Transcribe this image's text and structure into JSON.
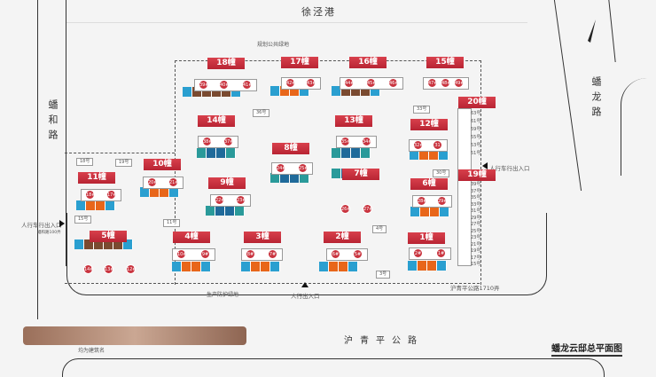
{
  "roads": {
    "north": "徐泾港",
    "west": "蟠和路",
    "east": "蟠龙路",
    "south": "沪青平公路"
  },
  "labels": {
    "public_green": "规划公共绿地",
    "protect_green": "生产防护绿地",
    "ped_entrance": "人行出入口",
    "east_entrance": "人行车行出入口",
    "west_entrance": "人行车行出入口",
    "west_lane": "蟠和路100弄",
    "south_lane": "沪青平公路1710弄",
    "legend_note": "均为建筑名",
    "map_title": "蟠龙云邸总平面图"
  },
  "small_tags": [
    "18号",
    "19号",
    "36号",
    "33号",
    "30号",
    "11号",
    "15号",
    "4号",
    "3号"
  ],
  "column_numbers_top": [
    "63号",
    "61号",
    "59号",
    "55号",
    "53号",
    "51号"
  ],
  "column_numbers_bottom": [
    "39号",
    "37号",
    "35号",
    "33号",
    "31号",
    "29号",
    "27号",
    "25号",
    "23号",
    "21号",
    "19号",
    "17号",
    "15号"
  ],
  "buildings": [
    {
      "label": "18幢",
      "units": [
        "39#",
        "40#",
        "41#"
      ]
    },
    {
      "label": "17幢",
      "units": [
        "42#",
        "43#"
      ]
    },
    {
      "label": "16幢",
      "units": [
        "44#",
        "45#",
        "46#"
      ]
    },
    {
      "label": "15幢",
      "units": [
        "47#",
        "48#",
        "49#"
      ]
    },
    {
      "label": "14幢",
      "units": [
        "38#",
        "37#"
      ]
    },
    {
      "label": "13幢",
      "units": [
        "35#",
        "34#"
      ]
    },
    {
      "label": "12幢",
      "units": [
        "32#",
        "31"
      ]
    },
    {
      "label": "20幢",
      "units": []
    },
    {
      "label": "8幢",
      "units": [
        "24#",
        "25#"
      ]
    },
    {
      "label": "7幢",
      "units": [
        "26#",
        "27#"
      ]
    },
    {
      "label": "6幢",
      "units": [
        "28#",
        "29#"
      ]
    },
    {
      "label": "19幢",
      "units": []
    },
    {
      "label": "10幢",
      "units": [
        "20#",
        "21#"
      ]
    },
    {
      "label": "11幢",
      "units": [
        "18#",
        "17#"
      ]
    },
    {
      "label": "9幢",
      "units": [
        "22#",
        "23#"
      ]
    },
    {
      "label": "5幢",
      "units": [
        "14#",
        "13#",
        "12#"
      ]
    },
    {
      "label": "4幢",
      "units": [
        "10#",
        "9#"
      ]
    },
    {
      "label": "3幢",
      "units": [
        "8#",
        "7#"
      ]
    },
    {
      "label": "2幢",
      "units": [
        "6#",
        "5#"
      ]
    },
    {
      "label": "1幢",
      "units": [
        "2#",
        "1#"
      ]
    }
  ],
  "colors": {
    "label_red": "#c8303c",
    "blue": "#2a9fd0",
    "brown": "#7a4a30",
    "orange": "#e8661a",
    "teal": "#2a9a9a",
    "navy": "#1f6a9a"
  }
}
